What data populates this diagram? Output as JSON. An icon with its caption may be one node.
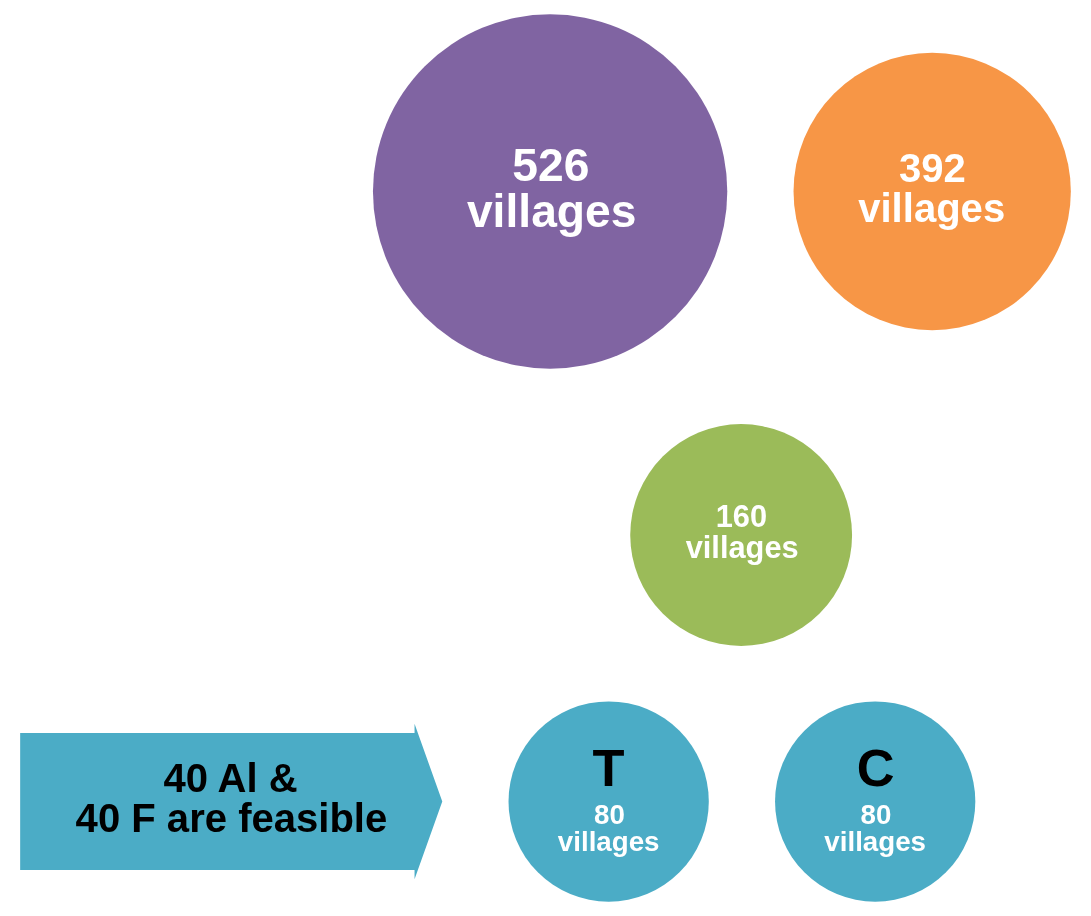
{
  "diagram": {
    "nodes": [
      {
        "text": [
          "526 villages"
        ]
      },
      {
        "text": [
          "392 villages"
        ]
      },
      {
        "text": [
          "160 villages"
        ]
      },
      {
        "text": [
          "40 Al & 40 F are feasible"
        ]
      },
      {
        "text": [
          "T",
          "80 villages"
        ]
      },
      {
        "text": [
          "C",
          "80 villages"
        ]
      }
    ]
  }
}
